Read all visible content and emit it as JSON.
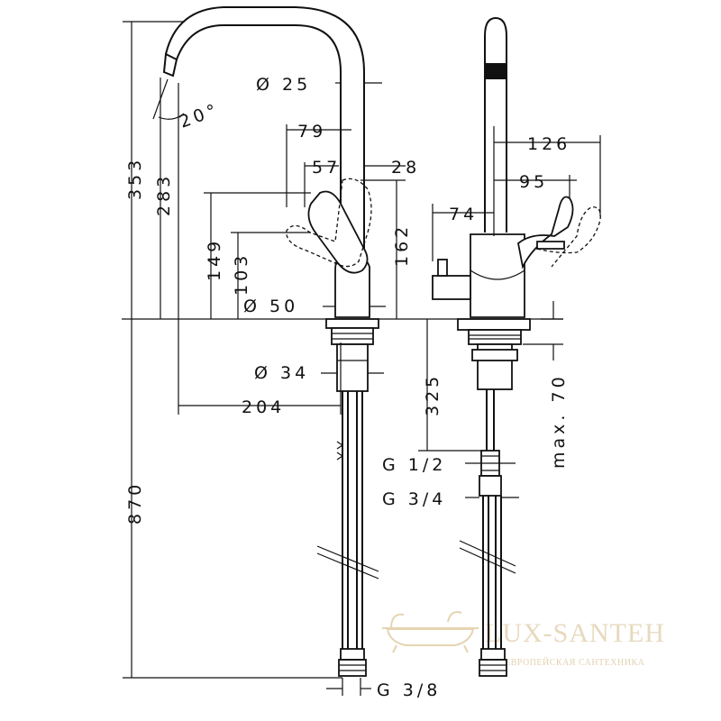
{
  "drawing": {
    "dimensions": {
      "height_total": "353",
      "height_spout": "283",
      "spout_angle": "20°",
      "spout_diameter": "Ø 25",
      "handle_offset_79": "79",
      "handle_offset_57": "57",
      "handle_offset_28": "28",
      "height_149": "149",
      "height_103": "103",
      "height_162": "162",
      "base_diameter": "Ø 50",
      "shank_diameter": "Ø 34",
      "spout_reach": "204",
      "below_counter": "870",
      "side_126": "126",
      "side_95": "95",
      "side_74": "74",
      "depth_325": "325",
      "max_counter": "max. 70",
      "thread_half": "G 1/2",
      "thread_three_quarter": "G 3/4",
      "thread_three_eighth": "G 3/8"
    }
  },
  "watermark": {
    "brand": "LUX-SANTEH",
    "tagline": "ЕВРОПЕЙСКАЯ САНТЕХНИКА",
    "logo_icon": "bathtub-icon"
  }
}
